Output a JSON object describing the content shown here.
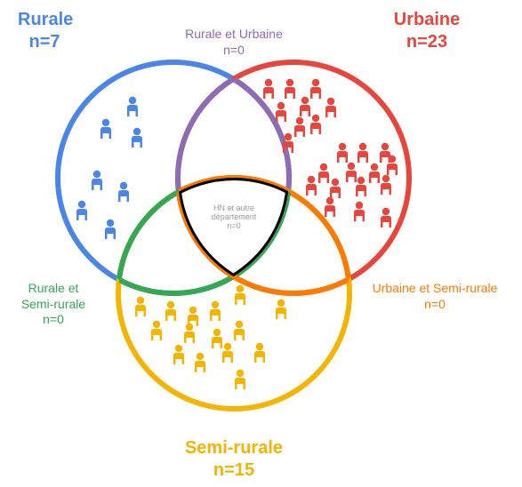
{
  "colors": {
    "rurale": "#4a86e8",
    "urbaine": "#e8453c",
    "semi_rurale": "#f5b400",
    "rurale_et_urbaine": "#8e6bb3",
    "rurale_et_semi_rurale": "#34a853",
    "urbaine_et_semi_rurale": "#ff7a00",
    "center": "#000000"
  },
  "labels": {
    "rurale": {
      "name": "Rurale",
      "count": "n=7"
    },
    "urbaine": {
      "name": "Urbaine",
      "count": "n=23"
    },
    "semi_rurale": {
      "name": "Semi-rurale",
      "count": "n=15"
    },
    "rurale_et_urbaine": {
      "name": "Rurale et Urbaine",
      "count": "n=0"
    },
    "rurale_et_semi_rurale": {
      "line1": "Rurale et",
      "line2": "Semi-rurale",
      "count": "n=0"
    },
    "urbaine_et_semi_rurale": {
      "name": "Urbaine et Semi-rurale",
      "count": "n=0"
    },
    "center": {
      "line1": "HN et autre",
      "line2": "département",
      "count": "n=0"
    }
  },
  "icon": "person-icon",
  "person_counts": {
    "rurale": 7,
    "urbaine": 23,
    "semi_rurale": 15
  }
}
